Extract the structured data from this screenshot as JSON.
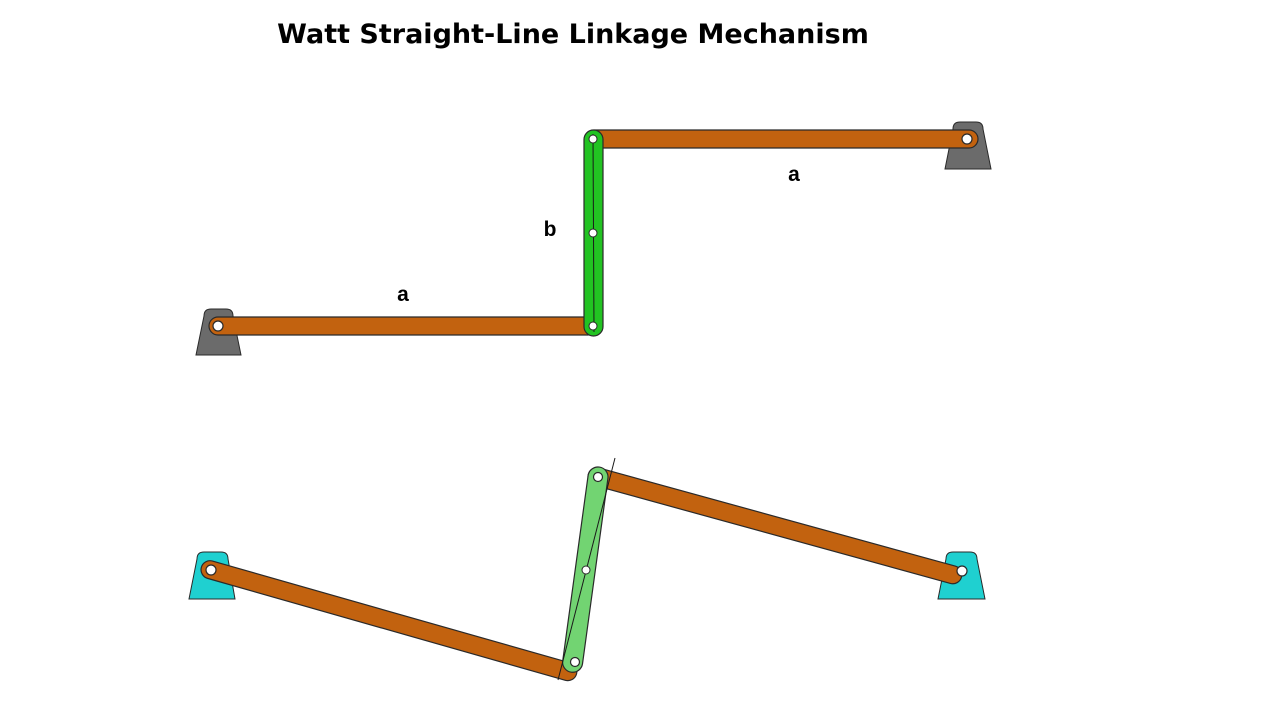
{
  "title": "Watt Straight-Line Linkage Mechanism",
  "labels": {
    "left_arm": "a",
    "right_arm": "a",
    "coupler": "b"
  },
  "colors": {
    "arm": "#c2620f",
    "coupler_top": "#22c322",
    "coupler_bottom": "#72d472",
    "ground_top": "#6b6b6b",
    "ground_bottom": "#1fd0d0",
    "outline": "#2a2a2a",
    "pin": "#ffffff"
  }
}
